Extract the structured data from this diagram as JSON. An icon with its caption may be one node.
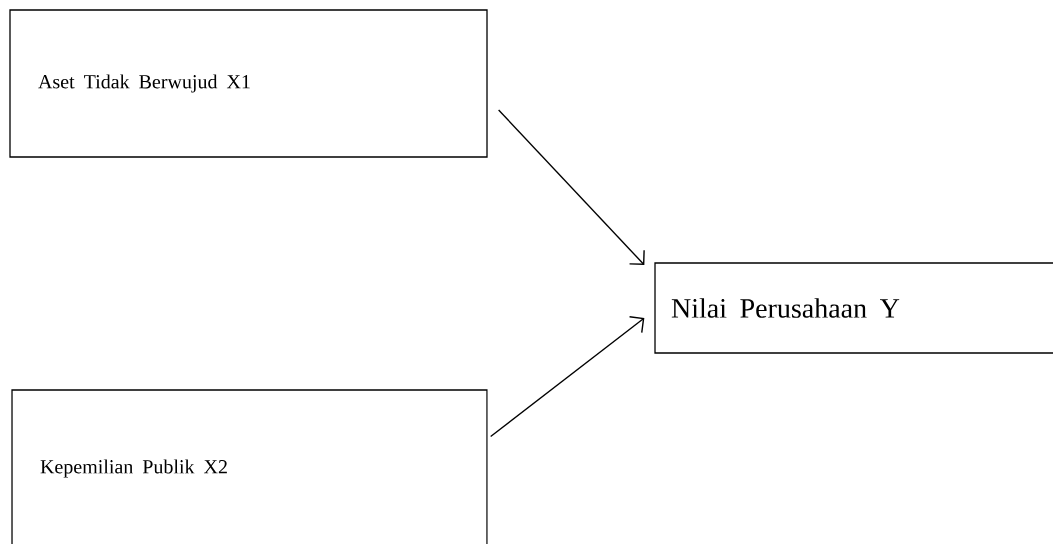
{
  "diagram": {
    "nodes": [
      {
        "text": [
          "Aset Tidak Berwujud X1"
        ]
      },
      {
        "text": [
          "Kepemilian Publik X2"
        ]
      },
      {
        "text": [
          "Nilai Perusahaan Y"
        ]
      }
    ],
    "edges": [
      {
        "from": 0,
        "to": 2,
        "arrow": "to"
      },
      {
        "from": 1,
        "to": 2,
        "arrow": "to"
      }
    ]
  }
}
